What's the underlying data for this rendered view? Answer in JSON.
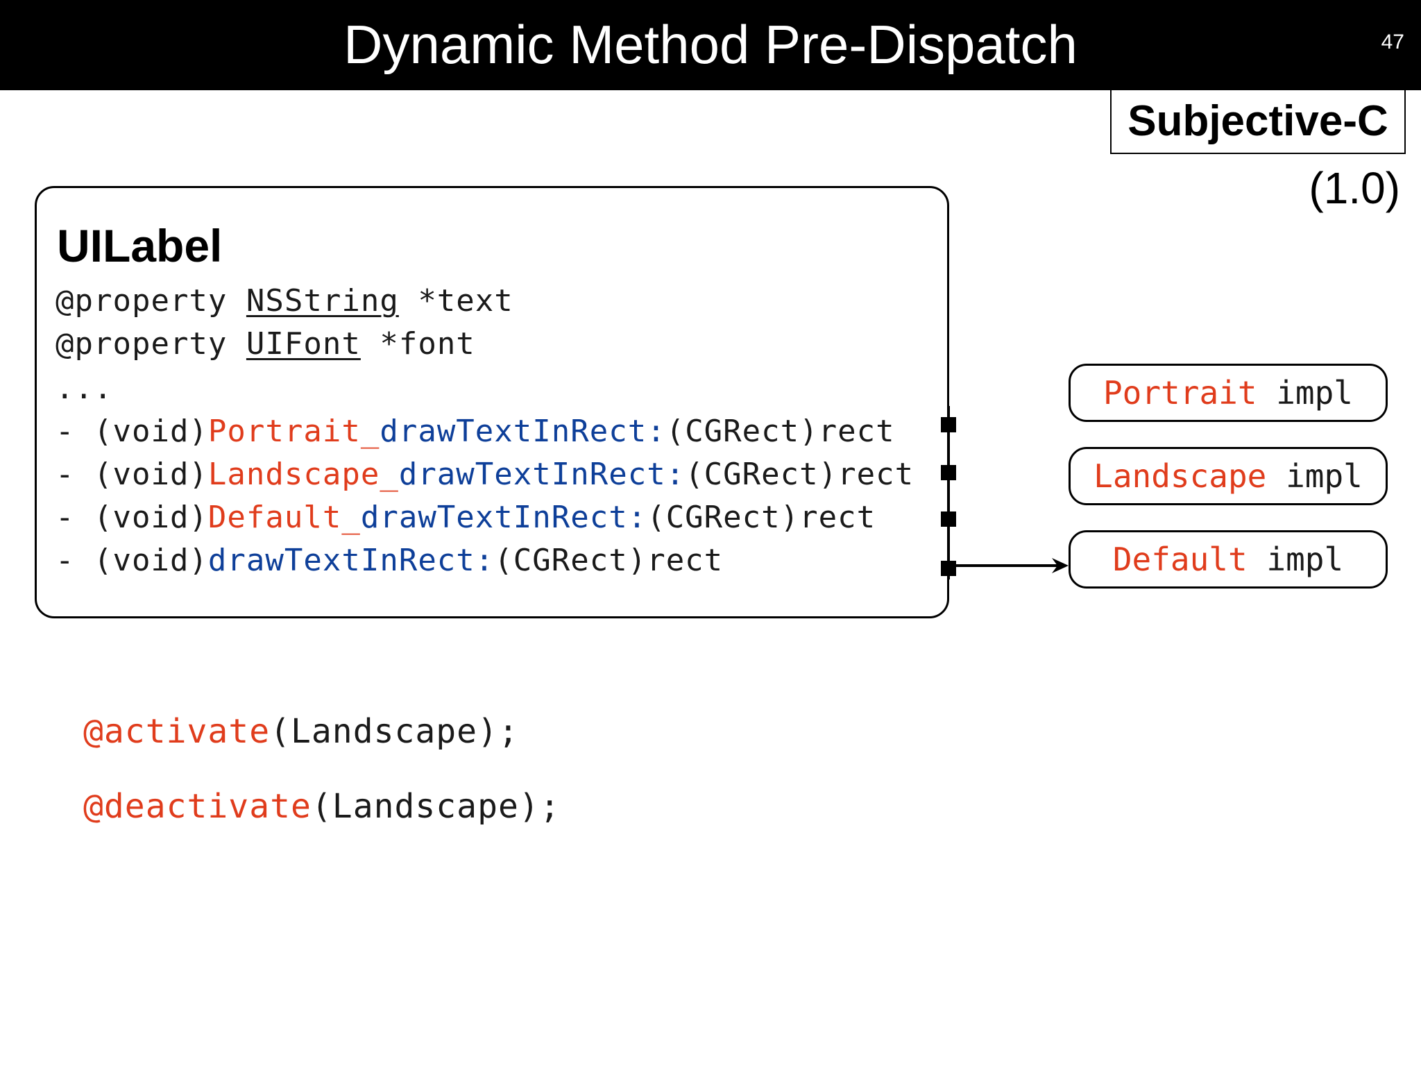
{
  "slide": {
    "title": "Dynamic Method Pre-Dispatch",
    "number": "47",
    "badge": "Subjective-C",
    "version": "(1.0)"
  },
  "colors": {
    "accent_red": "#e03c1c",
    "accent_blue": "#0e3f99",
    "text": "#1a1a1a",
    "header_bg": "#000000"
  },
  "class_box": {
    "name": "UILabel",
    "properties": [
      {
        "prefix": "@property ",
        "type": "NSString",
        "suffix": " *text"
      },
      {
        "prefix": "@property ",
        "type": "UIFont",
        "suffix": " *font"
      }
    ],
    "ellipsis": "...",
    "methods": [
      {
        "prefix": "- (void)",
        "variant": "Portrait_",
        "selector": "drawTextInRect:",
        "suffix": "(CGRect)rect"
      },
      {
        "prefix": "- (void)",
        "variant": "Landscape_",
        "selector": "drawTextInRect:",
        "suffix": "(CGRect)rect"
      },
      {
        "prefix": "- (void)",
        "variant": "Default_",
        "selector": "drawTextInRect:",
        "suffix": "(CGRect)rect"
      },
      {
        "prefix": "- (void)",
        "variant": "",
        "selector": "drawTextInRect:",
        "suffix": "(CGRect)rect"
      }
    ]
  },
  "implementations": [
    {
      "name": "Portrait",
      "suffix": " impl"
    },
    {
      "name": "Landscape",
      "suffix": " impl"
    },
    {
      "name": "Default",
      "suffix": " impl"
    }
  ],
  "statements": [
    {
      "keyword": "@activate",
      "args": "(Landscape);"
    },
    {
      "keyword": "@deactivate",
      "args": "(Landscape);"
    }
  ]
}
